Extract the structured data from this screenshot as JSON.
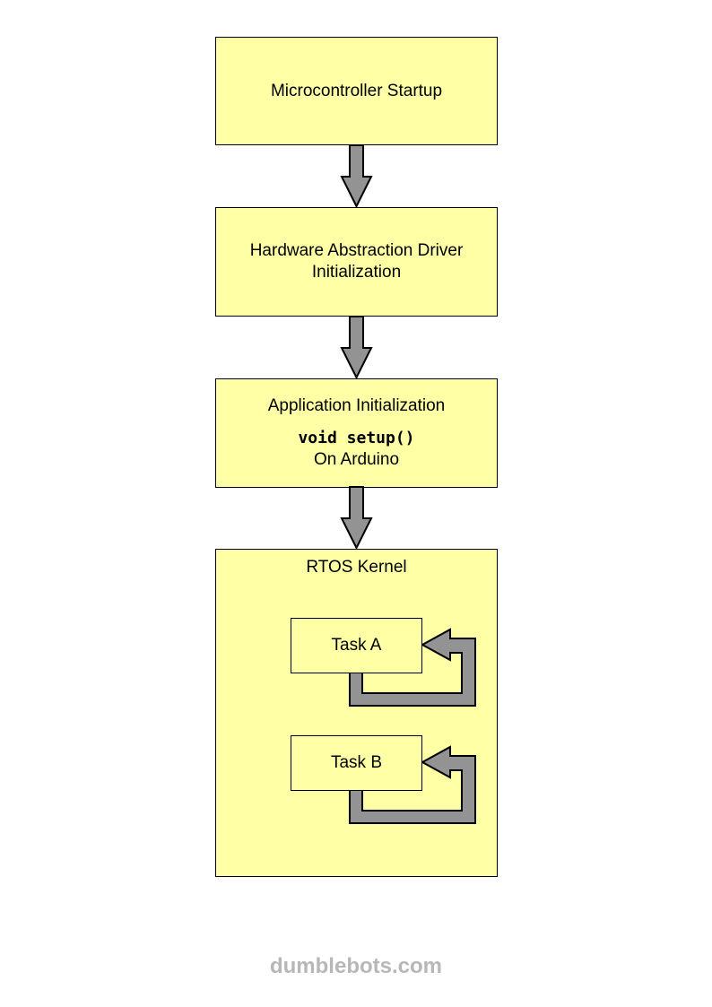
{
  "blocks": {
    "startup": "Microcontroller Startup",
    "hal_line1": "Hardware Abstraction Driver",
    "hal_line2": "Initialization",
    "app_title": "Application Initialization",
    "app_code": "void setup()",
    "app_note": "On Arduino",
    "kernel_title": "RTOS Kernel",
    "task_a": "Task A",
    "task_b": "Task B"
  },
  "footer": "dumblebots.com",
  "colors": {
    "box_fill": "#ffffa6",
    "arrow_fill": "#939393",
    "footer_text": "#b7b7b7"
  }
}
